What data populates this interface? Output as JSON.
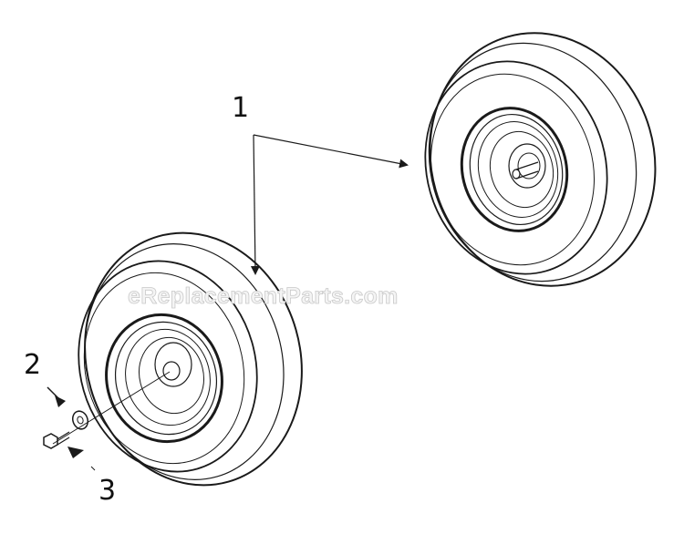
{
  "diagram": {
    "callouts": [
      {
        "id": "1",
        "label": "1"
      },
      {
        "id": "2",
        "label": "2"
      },
      {
        "id": "3",
        "label": "3"
      }
    ],
    "parts": [
      "rear-wheel",
      "front-wheel",
      "washer",
      "bolt"
    ],
    "watermark": "eReplacementParts.com",
    "colors": {
      "line": "#1a1a1a",
      "background": "#ffffff",
      "watermark": "#c9c9c9"
    }
  }
}
